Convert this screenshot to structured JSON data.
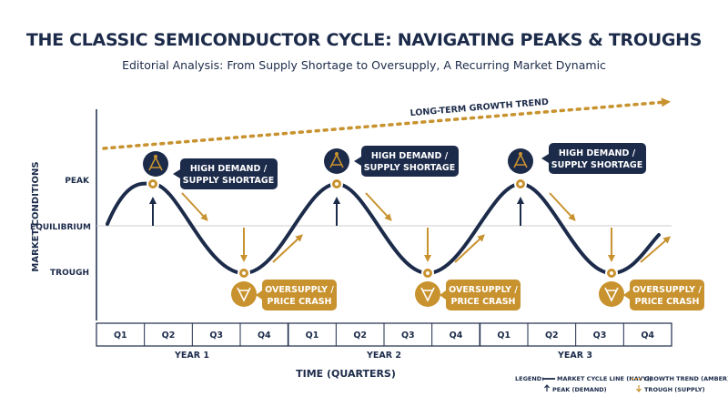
{
  "title": "THE CLASSIC SEMICONDUCTOR CYCLE: NAVIGATING PEAKS & TROUGHS",
  "subtitle": "Editorial Analysis: From Supply Shortage to Oversupply, A Recurring Market Dynamic",
  "trend_label": "LONG-TERM GROWTH TREND",
  "y_axis": {
    "title": "MARKET CONDITIONS",
    "levels": [
      "PEAK",
      "EQUILIBRIUM",
      "TROUGH"
    ]
  },
  "x_axis": {
    "title": "TIME (QUARTERS)",
    "quarters": [
      "Q1",
      "Q2",
      "Q3",
      "Q4",
      "Q1",
      "Q2",
      "Q3",
      "Q4",
      "Q1",
      "Q2",
      "Q3",
      "Q4"
    ],
    "years": [
      "YEAR 1",
      "YEAR 2",
      "YEAR 3"
    ]
  },
  "peak_label": [
    "HIGH DEMAND /",
    "SUPPLY SHORTAGE"
  ],
  "trough_label": [
    "OVERSUPPLY /",
    "PRICE CRASH"
  ],
  "legend": {
    "title": "LEGEND:",
    "cycle": "MARKET CYCLE LINE (NAVY),",
    "trend": "GROWTH TREND (AMBER),",
    "peak": "PEAK (DEMAND)",
    "trough": "TROUGH (SUPPLY)"
  },
  "colors": {
    "navy": "#1c2b4a",
    "amber": "#c8922e",
    "grid": "#c9c9c9"
  }
}
